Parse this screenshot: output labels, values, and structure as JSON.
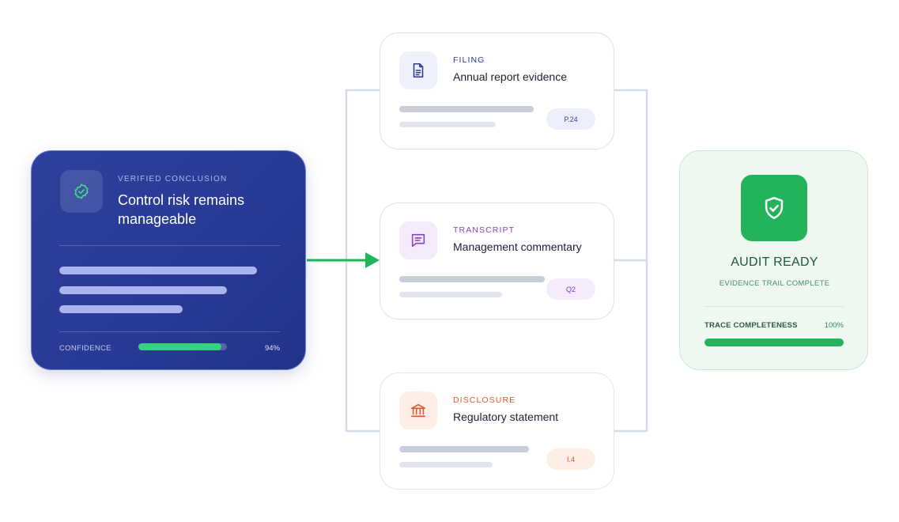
{
  "conclusion": {
    "kicker": "VERIFIED CONCLUSION",
    "title": "Control risk remains manageable",
    "confidence_label": "CONFIDENCE",
    "confidence_value": 0.94,
    "confidence_text": "94%",
    "icon": "verified-badge-icon"
  },
  "evidence": [
    {
      "kicker": "FILING",
      "title": "Annual report evidence",
      "tag": "P.24",
      "icon": "document-icon",
      "accent": "#2f3a8f",
      "tint": "#eef0fb"
    },
    {
      "kicker": "TRANSCRIPT",
      "title": "Management commentary",
      "tag": "Q2",
      "icon": "chat-icon",
      "accent": "#8a3fc4",
      "tint": "#f3ebfb"
    },
    {
      "kicker": "DISCLOSURE",
      "title": "Regulatory statement",
      "tag": "I.4",
      "icon": "bank-icon",
      "accent": "#e0582a",
      "tint": "#fdeee6"
    }
  ],
  "result": {
    "title": "AUDIT READY",
    "subtitle": "EVIDENCE TRAIL COMPLETE",
    "trace_label": "TRACE COMPLETENESS",
    "trace_value": 1.0,
    "trace_text": "100%",
    "icon": "shield-check-icon"
  },
  "colors": {
    "arrow": "#22b45a",
    "connector": "#d6dbe8",
    "primary": "#2b3a98",
    "success": "#23b45b"
  }
}
